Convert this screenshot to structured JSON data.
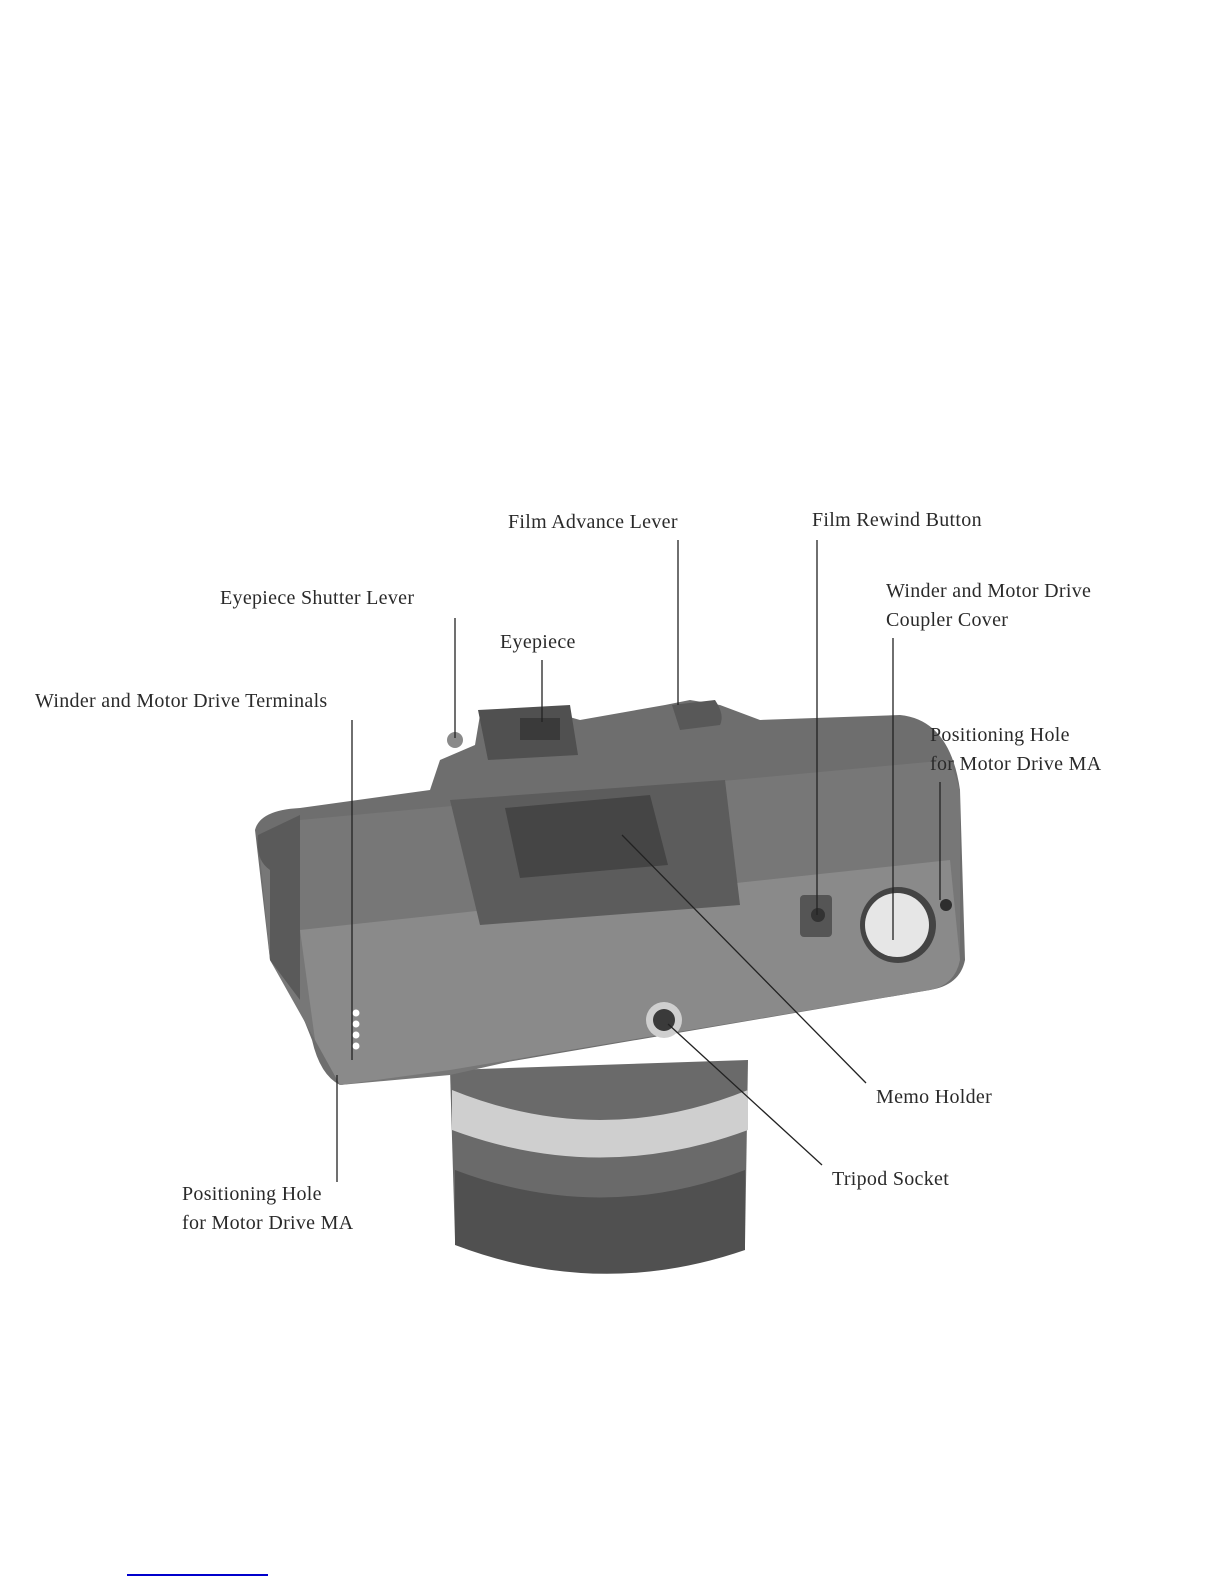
{
  "labels": {
    "film_advance_lever": "Film Advance Lever",
    "film_rewind_button": "Film Rewind Button",
    "eyepiece_shutter_lever": "Eyepiece Shutter Lever",
    "eyepiece": "Eyepiece",
    "coupler_cover_line1": "Winder and Motor Drive",
    "coupler_cover_line2": "Coupler Cover",
    "terminals": "Winder and Motor Drive Terminals",
    "positioning_hole_right_line1": "Positioning Hole",
    "positioning_hole_right_line2": "for Motor Drive MA",
    "memo_holder": "Memo Holder",
    "tripod_socket": "Tripod Socket",
    "positioning_hole_left_line1": "Positioning Hole",
    "positioning_hole_left_line2": "for Motor Drive MA"
  },
  "colors": {
    "link_bar": "#0000cc"
  }
}
